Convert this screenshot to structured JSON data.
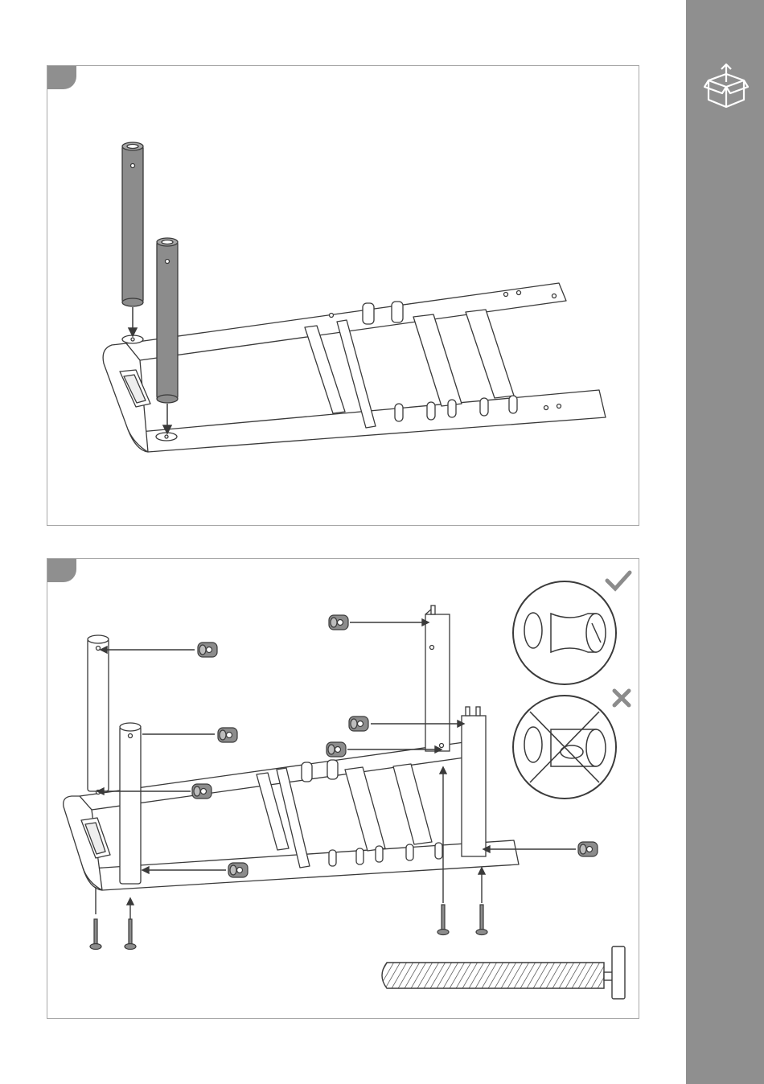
{
  "sidebar": {
    "icon": "unpack-box-icon",
    "color": "#8f8f8f"
  },
  "steps": [
    {
      "id": 1,
      "number": "",
      "icon": "frame-legs-insert-illustration"
    },
    {
      "id": 2,
      "number": "",
      "icon": "frame-bolts-illustration"
    }
  ],
  "callouts": {
    "correct": {
      "icon": "checkmark-icon",
      "detail": "barrel-nut-aligned"
    },
    "incorrect": {
      "icon": "cross-icon",
      "detail": "barrel-nut-misaligned"
    }
  },
  "colors": {
    "line": "#3a3a3a",
    "part_gray": "#8c8c8c",
    "frame_fill": "#ffffff"
  }
}
